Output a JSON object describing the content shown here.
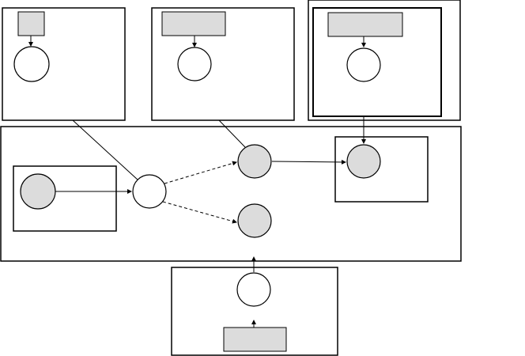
{
  "diagram": {
    "colors": {
      "stroke": "#000000",
      "fill_white": "#ffffff",
      "fill_gray": "#dcdcdc"
    },
    "containers": [
      {
        "id": "box-top-left"
      },
      {
        "id": "box-top-middle"
      },
      {
        "id": "box-top-right-outer"
      },
      {
        "id": "box-top-right-inner"
      },
      {
        "id": "box-central-panel"
      },
      {
        "id": "box-central-left"
      },
      {
        "id": "box-central-right"
      },
      {
        "id": "box-bottom"
      }
    ],
    "nodes": [
      {
        "id": "top-left-circle",
        "fill": "white"
      },
      {
        "id": "top-middle-circle",
        "fill": "white"
      },
      {
        "id": "top-right-circle",
        "fill": "white"
      },
      {
        "id": "central-left-circle",
        "fill": "gray"
      },
      {
        "id": "central-hub-circle",
        "fill": "white"
      },
      {
        "id": "central-upper-circle",
        "fill": "gray"
      },
      {
        "id": "central-lower-circle",
        "fill": "gray"
      },
      {
        "id": "central-right-circle",
        "fill": "gray"
      },
      {
        "id": "bottom-circle",
        "fill": "white"
      }
    ],
    "labels": [
      {
        "id": "top-left-rect",
        "fill": "gray"
      },
      {
        "id": "top-middle-rect",
        "fill": "gray"
      },
      {
        "id": "top-right-rect",
        "fill": "gray"
      },
      {
        "id": "bottom-rect",
        "fill": "gray"
      }
    ],
    "connections": [
      {
        "from": "top-left-rect",
        "to": "top-left-circle",
        "style": "solid"
      },
      {
        "from": "top-middle-rect",
        "to": "top-middle-circle",
        "style": "solid"
      },
      {
        "from": "top-right-rect",
        "to": "top-right-circle",
        "style": "solid"
      },
      {
        "from": "box-top-left",
        "to": "central-hub-circle",
        "style": "solid"
      },
      {
        "from": "box-top-middle",
        "to": "central-upper-circle",
        "style": "solid"
      },
      {
        "from": "box-top-right-outer",
        "to": "central-right-circle",
        "style": "solid"
      },
      {
        "from": "central-left-circle",
        "to": "central-hub-circle",
        "style": "solid"
      },
      {
        "from": "central-hub-circle",
        "to": "central-upper-circle",
        "style": "dashed"
      },
      {
        "from": "central-hub-circle",
        "to": "central-lower-circle",
        "style": "dashed"
      },
      {
        "from": "central-upper-circle",
        "to": "central-right-circle",
        "style": "solid"
      },
      {
        "from": "bottom-rect",
        "to": "bottom-circle",
        "style": "solid"
      },
      {
        "from": "bottom-circle",
        "to": "box-central-panel",
        "style": "solid"
      }
    ]
  }
}
